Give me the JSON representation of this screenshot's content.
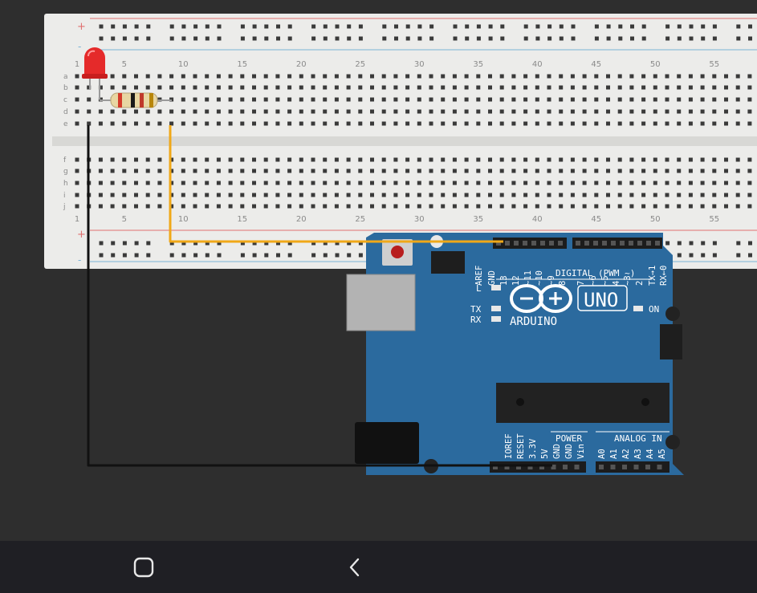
{
  "breadboard": {
    "rail_plus_symbol": "+",
    "rail_minus_symbol": "-",
    "top_rows": [
      "a",
      "b",
      "c",
      "d",
      "e"
    ],
    "bottom_rows": [
      "f",
      "g",
      "h",
      "i",
      "j"
    ],
    "column_labels": [
      "1",
      "5",
      "10",
      "15",
      "20",
      "25",
      "30",
      "35",
      "40",
      "45",
      "50",
      "55"
    ]
  },
  "components": {
    "led": {
      "color": "red"
    },
    "resistor": {
      "bands": [
        "#d43a2a",
        "#1a1a1a",
        "#c0392b",
        "#b8860b"
      ]
    }
  },
  "wires": {
    "signal_color": "#f0a818",
    "ground_color": "#111111"
  },
  "arduino": {
    "logo_text": "ARDUINO",
    "model": "UNO",
    "digital_header_label": "DIGITAL (PWM ~)",
    "digital_pins": [
      "AREF",
      "GND",
      "13",
      "12",
      "~11",
      "~10",
      "~9",
      "8",
      "7",
      "~6",
      "~5",
      "4",
      "~3",
      "2",
      "TX→1",
      "RX←0"
    ],
    "led_labels": {
      "l": "L",
      "tx": "TX",
      "rx": "RX",
      "on": "ON"
    },
    "power_label": "POWER",
    "power_pins": [
      "IOREF",
      "RESET",
      "3.3V",
      "5V",
      "GND",
      "GND",
      "Vin"
    ],
    "analog_label": "ANALOG IN",
    "analog_pins": [
      "A0",
      "A1",
      "A2",
      "A3",
      "A4",
      "A5"
    ]
  },
  "colors": {
    "board_blue": "#2b6a9e",
    "breadboard_bg": "#ececea",
    "rail_red": "#e07070",
    "rail_blue": "#7ab3d6"
  },
  "navigation": {
    "home_icon": "recents-square-icon",
    "back_icon": "back-chevron-icon"
  }
}
